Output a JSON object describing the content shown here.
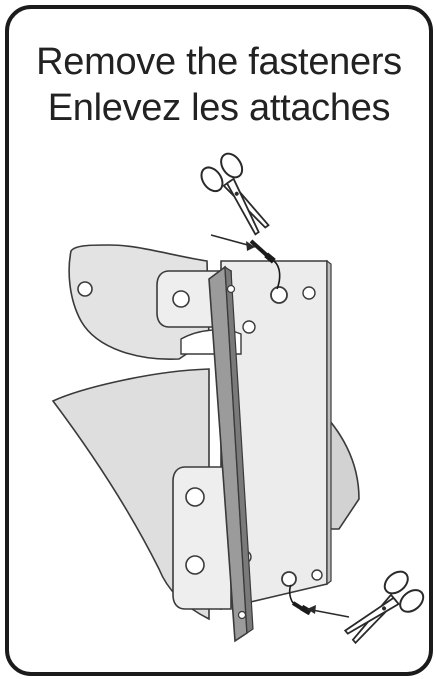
{
  "instruction": {
    "line_en": "Remove the fasteners",
    "line_fr": "Enlevez les attaches"
  },
  "illustration": {
    "subject": "bracket-assembly",
    "tool_icon": "scissors-icon",
    "fastener_count": 2
  },
  "colors": {
    "border": "#1b1b1b",
    "text": "#222222",
    "part_fill": "#e6e6e6",
    "part_shade": "#cfcfcf",
    "strip_fill": "#9a9a9a",
    "outline": "#3a3a3a"
  }
}
